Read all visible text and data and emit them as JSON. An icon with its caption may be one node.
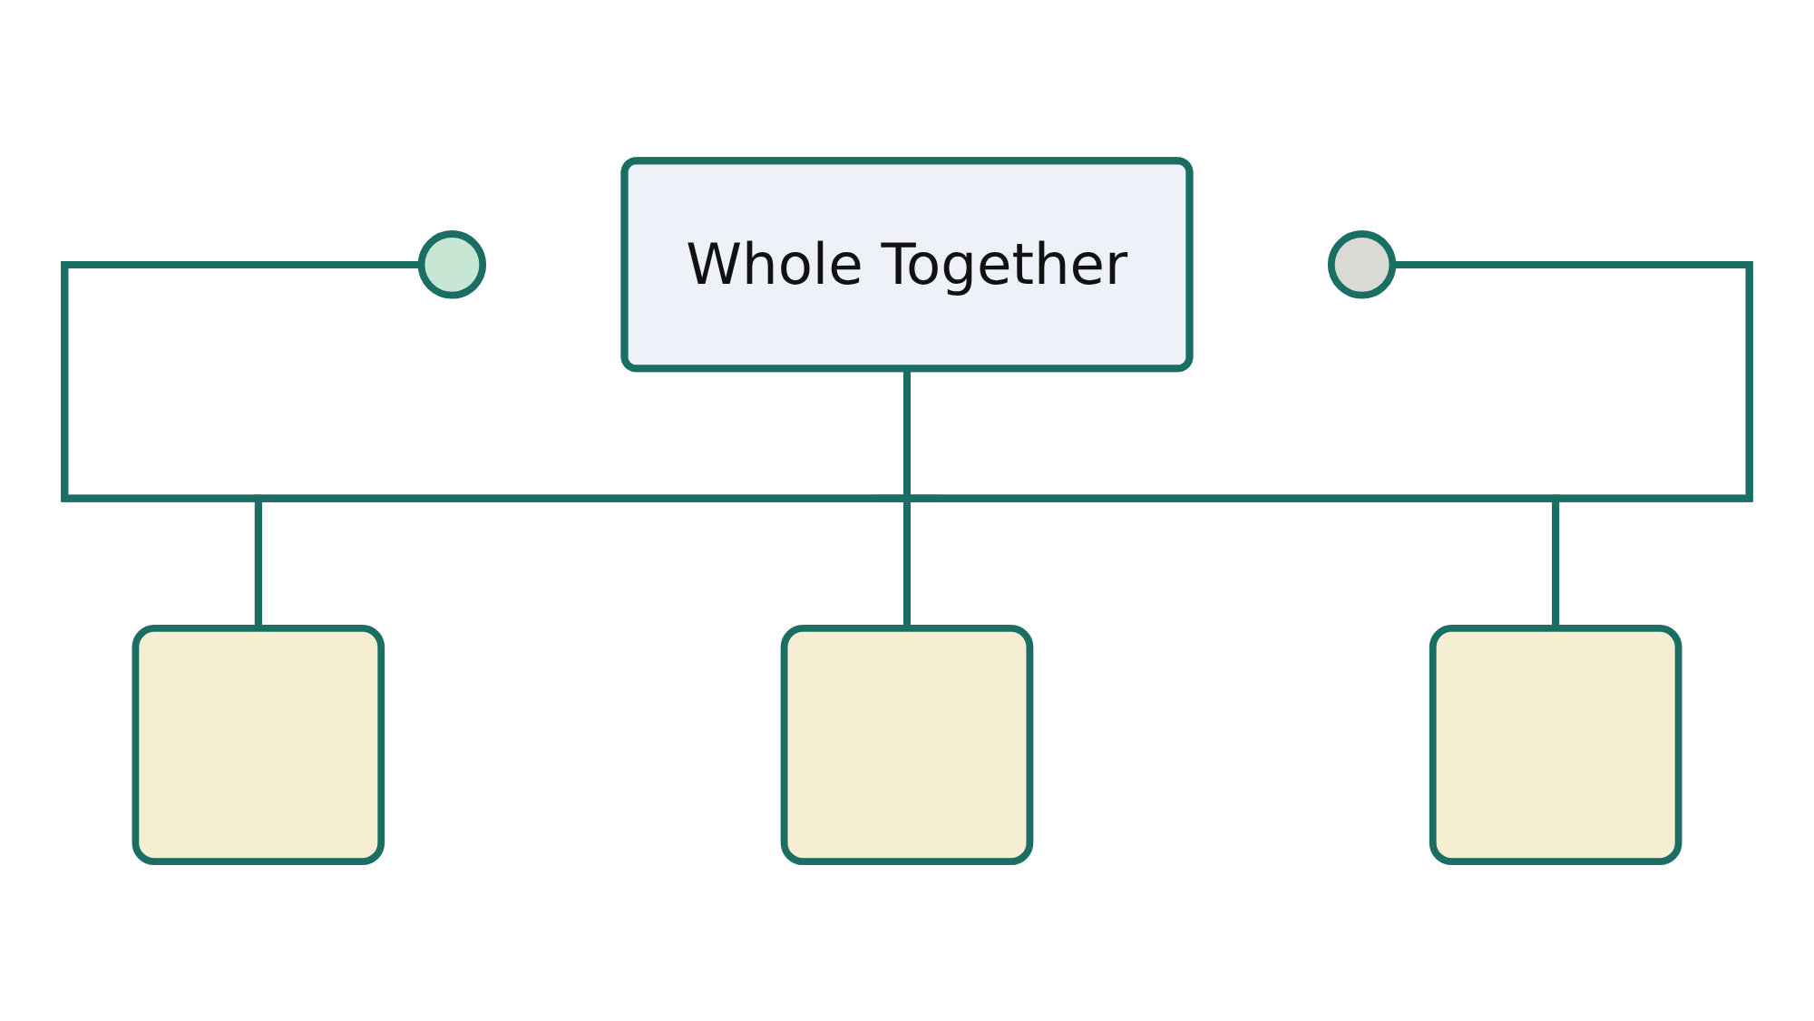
{
  "diagram": {
    "nodes": [
      {
        "text": [],
        "shape": "circle"
      },
      {
        "text": [
          "Whole Together"
        ]
      },
      {
        "text": [],
        "shape": "circle"
      },
      {
        "text": [],
        "shape": "box"
      },
      {
        "text": [],
        "shape": "box"
      },
      {
        "text": [],
        "shape": "box"
      }
    ],
    "edges": [
      {
        "from": 0,
        "to": 3,
        "arrow": "none"
      },
      {
        "from": 0,
        "to": 4,
        "arrow": "none"
      },
      {
        "from": 0,
        "to": 5,
        "arrow": "none"
      },
      {
        "from": 1,
        "to": 3,
        "arrow": "none"
      },
      {
        "from": 1,
        "to": 4,
        "arrow": "none"
      },
      {
        "from": 1,
        "to": 5,
        "arrow": "none"
      },
      {
        "from": 2,
        "to": 3,
        "arrow": "none"
      },
      {
        "from": 2,
        "to": 4,
        "arrow": "none"
      },
      {
        "from": 2,
        "to": 5,
        "arrow": "none"
      }
    ]
  }
}
